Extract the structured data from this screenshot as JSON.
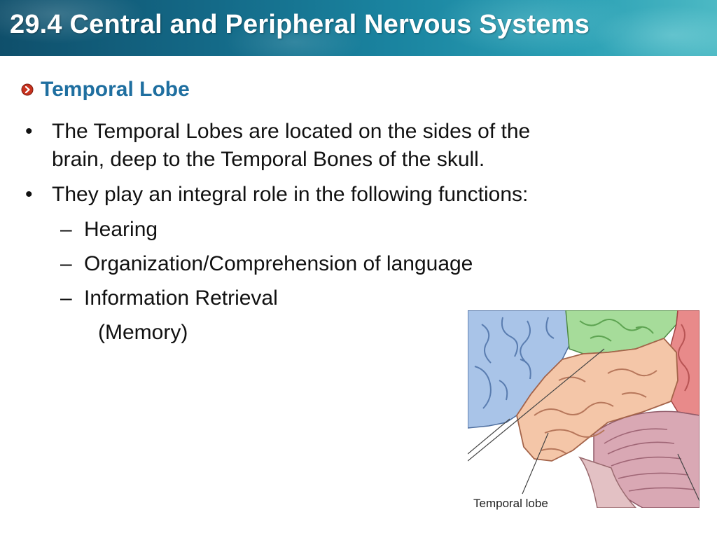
{
  "header": {
    "title": "29.4 Central and Peripheral Nervous Systems"
  },
  "section": {
    "heading": "Temporal Lobe",
    "icon": "bullet-arrow-icon"
  },
  "bullets": [
    {
      "marker": "•",
      "lines": [
        "The Temporal Lobes are located on the sides of the",
        "brain, deep to the Temporal Bones of the skull."
      ]
    },
    {
      "marker": "•",
      "lines": [
        "They play an integral role in the following functions:"
      ]
    }
  ],
  "sub_bullets": [
    {
      "marker": "–",
      "text": "Hearing"
    },
    {
      "marker": "–",
      "text": "Organization/Comprehension of language"
    },
    {
      "marker": "–",
      "text": "Information Retrieval"
    }
  ],
  "sub_continuation": "(Memory)",
  "figure": {
    "label": "Temporal lobe",
    "icon": "brain-lobes-illustration-icon"
  },
  "colors": {
    "header_dark": "#0f4f6b",
    "header_light": "#4cb9c4",
    "heading": "#1f6fa0",
    "accent_icon": "#c8321e",
    "frontal_lobe": "#a9c4e8",
    "parietal_lobe": "#a6dc9a",
    "occipital_lobe": "#e88a8a",
    "temporal_lobe": "#f4c6a8",
    "cerebellum": "#d9a8b4"
  }
}
